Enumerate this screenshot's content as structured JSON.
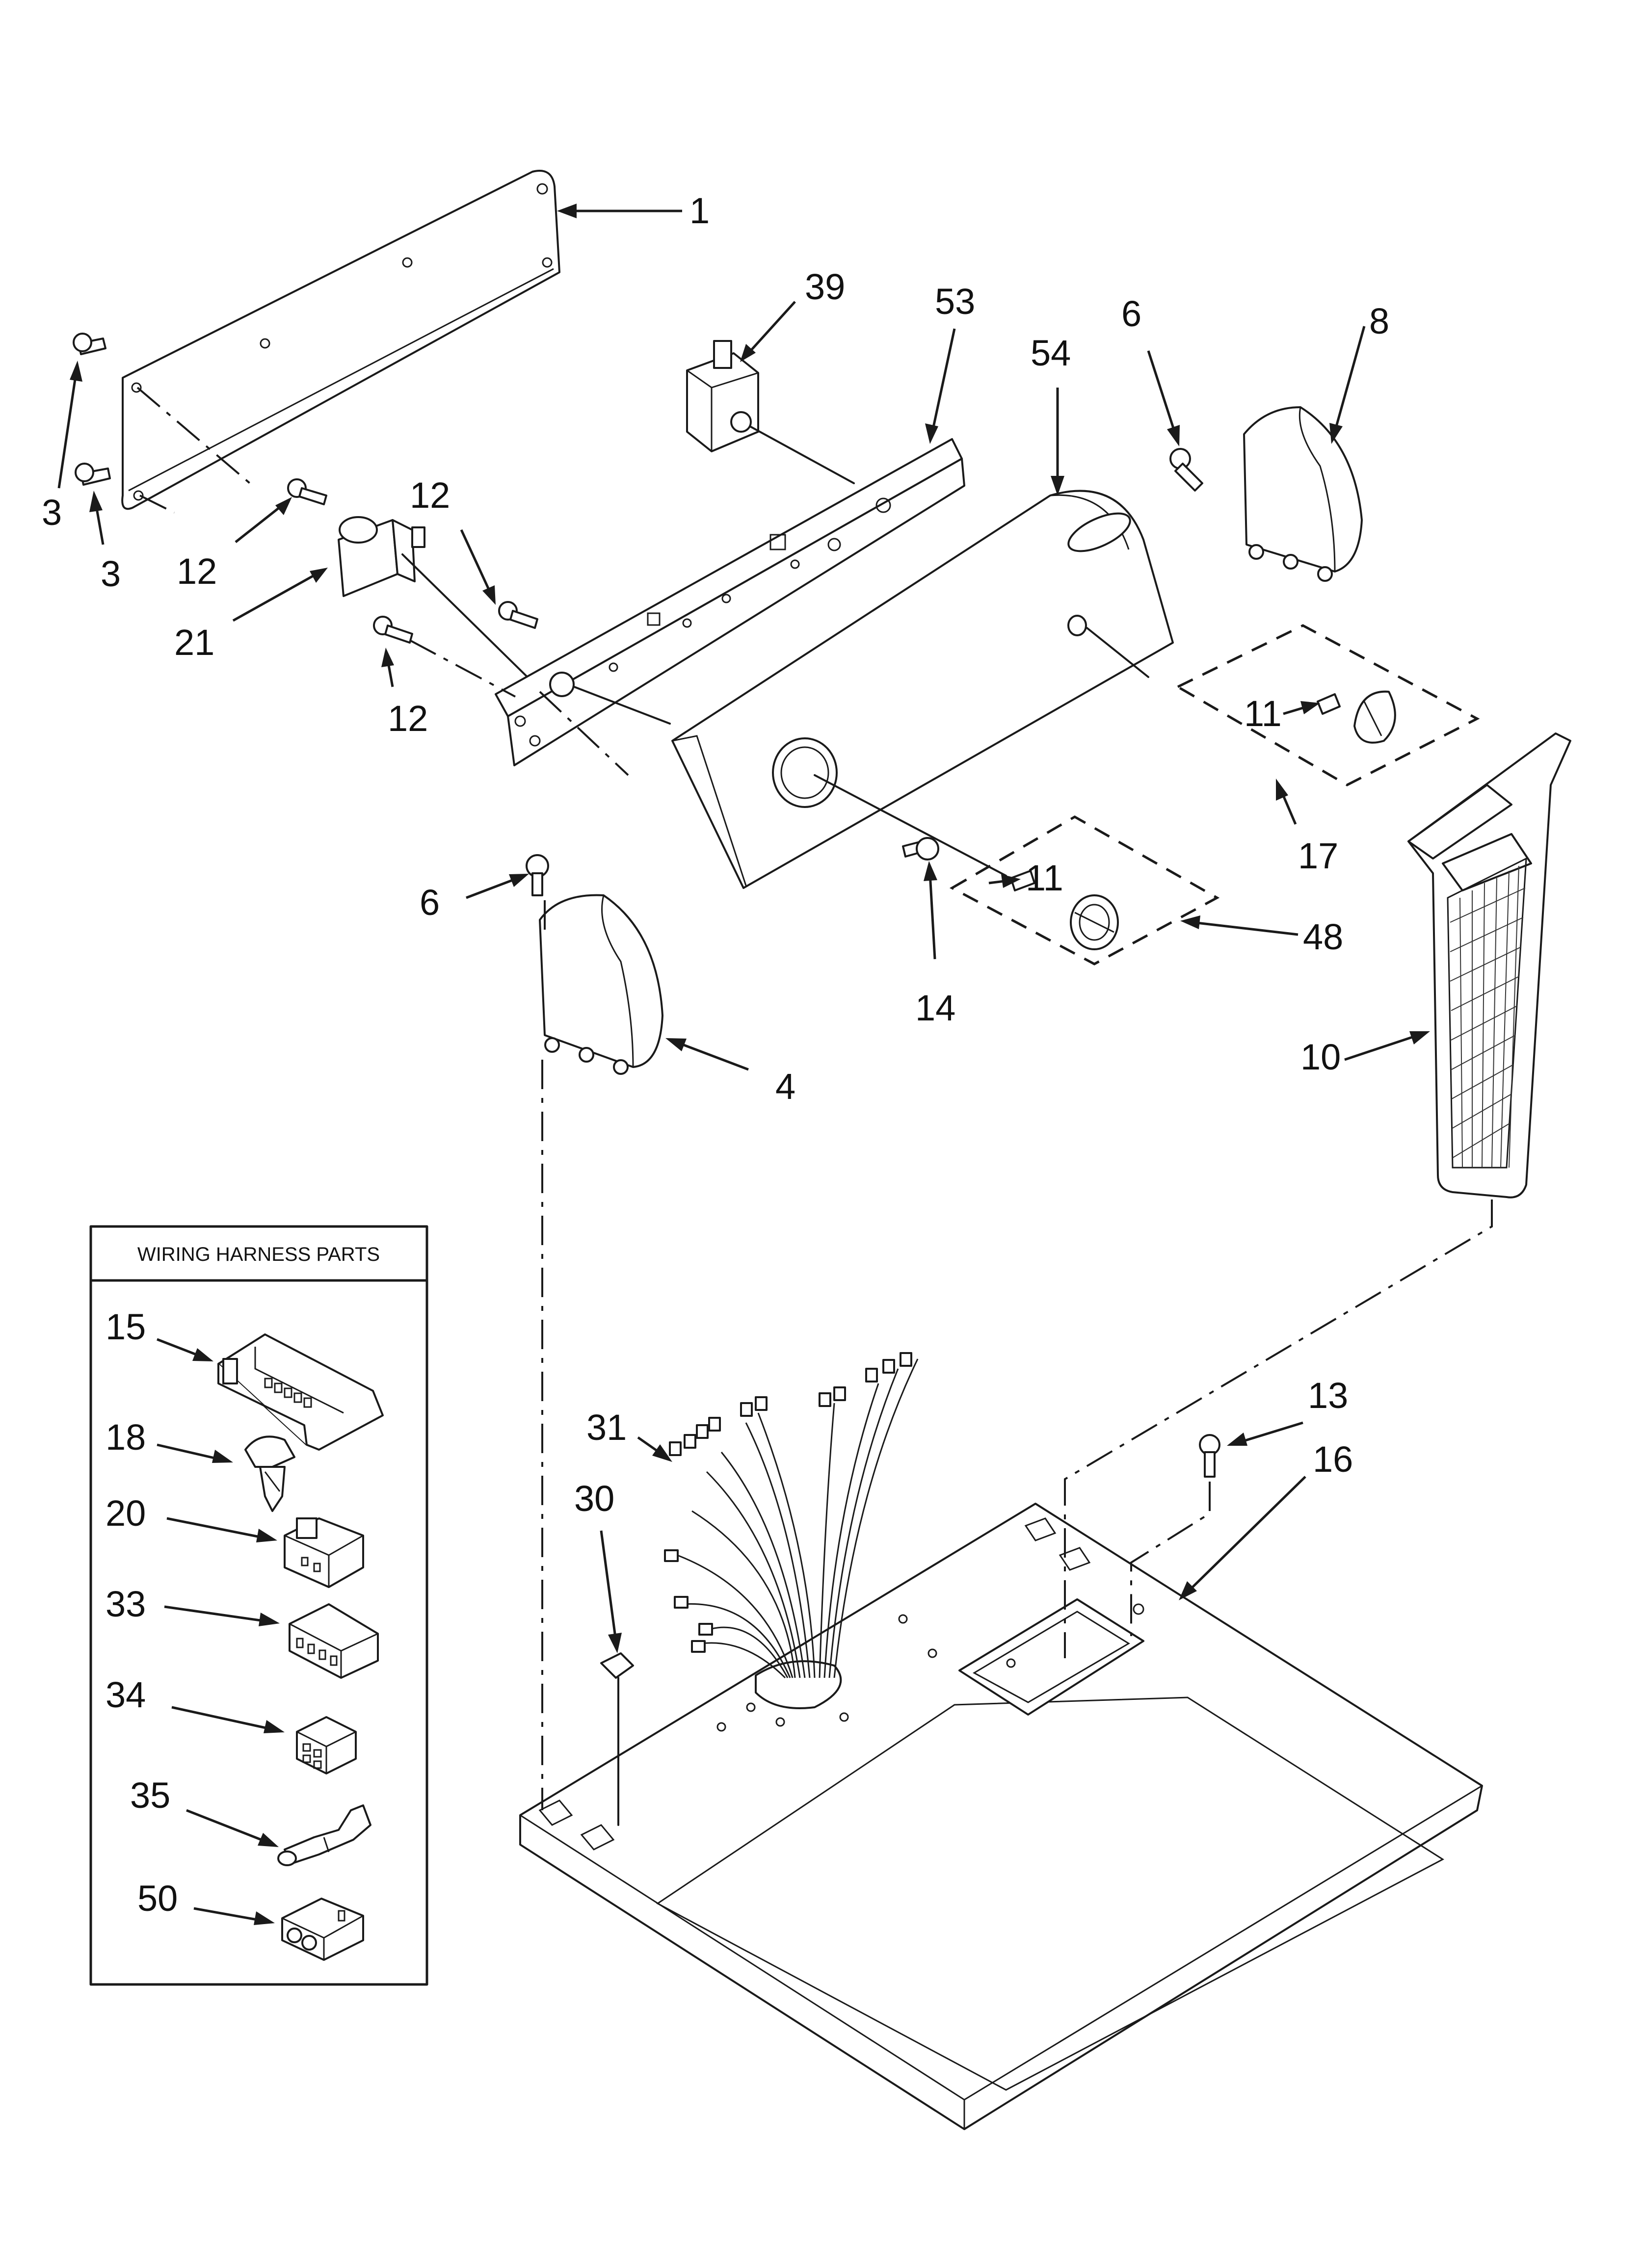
{
  "callouts": [
    {
      "id": "c1",
      "num": "1"
    },
    {
      "id": "c3a",
      "num": "3"
    },
    {
      "id": "c3b",
      "num": "3"
    },
    {
      "id": "c12a",
      "num": "12"
    },
    {
      "id": "c12b",
      "num": "12"
    },
    {
      "id": "c12c",
      "num": "12"
    },
    {
      "id": "c21",
      "num": "21"
    },
    {
      "id": "c39",
      "num": "39"
    },
    {
      "id": "c53",
      "num": "53"
    },
    {
      "id": "c54",
      "num": "54"
    },
    {
      "id": "c6a",
      "num": "6"
    },
    {
      "id": "c8",
      "num": "8"
    },
    {
      "id": "c11a",
      "num": "11"
    },
    {
      "id": "c17",
      "num": "17"
    },
    {
      "id": "c6b",
      "num": "6"
    },
    {
      "id": "c11b",
      "num": "11"
    },
    {
      "id": "c14",
      "num": "14"
    },
    {
      "id": "c48",
      "num": "48"
    },
    {
      "id": "c4",
      "num": "4"
    },
    {
      "id": "c10",
      "num": "10"
    },
    {
      "id": "c13",
      "num": "13"
    },
    {
      "id": "c16",
      "num": "16"
    },
    {
      "id": "c31",
      "num": "31"
    },
    {
      "id": "c30",
      "num": "30"
    }
  ],
  "harness_box": {
    "title": "WIRING HARNESS PARTS",
    "items": [
      {
        "id": "h15",
        "num": "15"
      },
      {
        "id": "h18",
        "num": "18"
      },
      {
        "id": "h20",
        "num": "20"
      },
      {
        "id": "h33",
        "num": "33"
      },
      {
        "id": "h34",
        "num": "34"
      },
      {
        "id": "h35",
        "num": "35"
      },
      {
        "id": "h50",
        "num": "50"
      }
    ]
  }
}
